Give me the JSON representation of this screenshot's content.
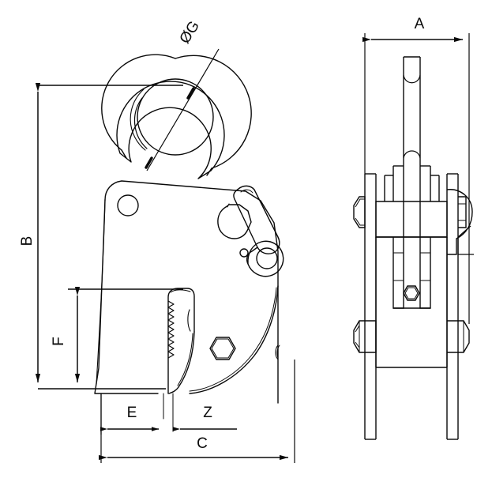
{
  "drawing": {
    "type": "engineering-dimension-drawing",
    "subject": "vertical lifting plate clamp",
    "views": [
      {
        "name": "side-elevation-view",
        "position": "left"
      },
      {
        "name": "front-elevation-view",
        "position": "right"
      }
    ],
    "line_color": "#0a0a0a",
    "background_color": "#ffffff"
  },
  "dimensions": {
    "A": {
      "label": "A",
      "view": "front-elevation-view",
      "orientation": "horizontal",
      "position": "top",
      "description": "overall width of clamp body"
    },
    "B": {
      "label": "B",
      "view": "side-elevation-view",
      "orientation": "vertical",
      "position": "left",
      "description": "overall height from shackle eye top to jaw base"
    },
    "C": {
      "label": "C",
      "view": "side-elevation-view",
      "orientation": "horizontal",
      "position": "bottom",
      "description": "overall depth of clamp body"
    },
    "E": {
      "label": "E",
      "view": "side-elevation-view",
      "orientation": "horizontal",
      "position": "bottom",
      "description": "distance from front face to jaw slot"
    },
    "F": {
      "label": "F",
      "view": "side-elevation-view",
      "orientation": "vertical",
      "position": "left-inner",
      "description": "jaw opening height"
    },
    "Z": {
      "label": "Z",
      "view": "side-elevation-view",
      "orientation": "horizontal",
      "position": "bottom",
      "description": "distance from jaw slot to rear of body"
    },
    "G": {
      "label": "ØG",
      "view": "side-elevation-view",
      "orientation": "diagonal",
      "position": "shackle-eye",
      "description": "diameter of shackle eye bore"
    }
  },
  "labels": [
    {
      "id": "label-A",
      "text": "A"
    },
    {
      "id": "label-B",
      "text": "B"
    },
    {
      "id": "label-C",
      "text": "C"
    },
    {
      "id": "label-E",
      "text": "E"
    },
    {
      "id": "label-F",
      "text": "F"
    },
    {
      "id": "label-Z",
      "text": "Z"
    },
    {
      "id": "label-G",
      "text": "ØG"
    }
  ]
}
